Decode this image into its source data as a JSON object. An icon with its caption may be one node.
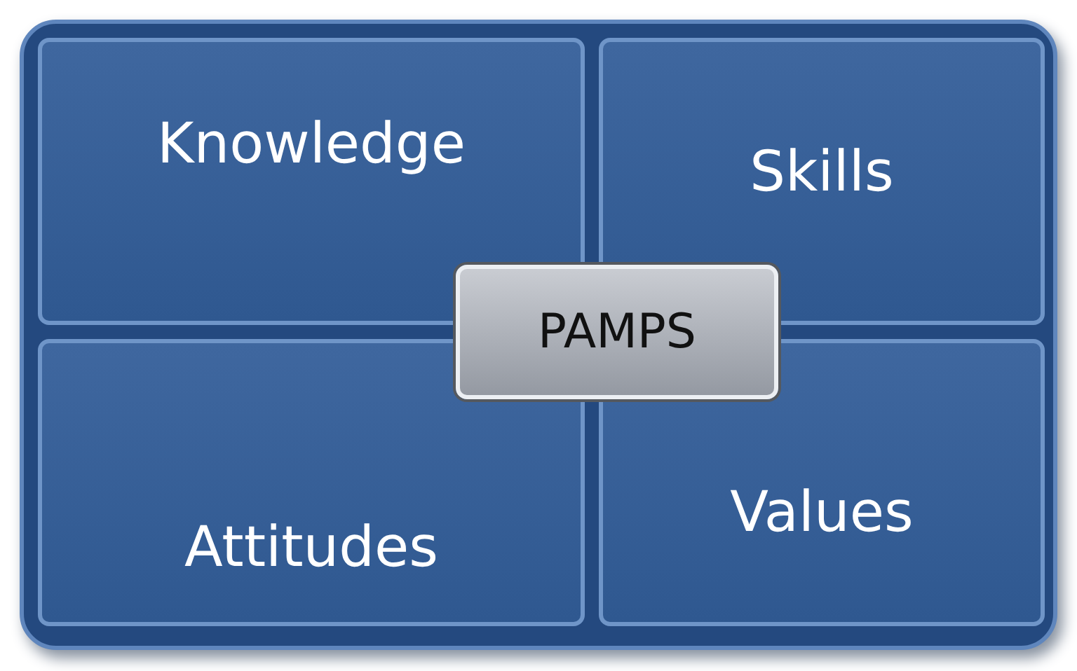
{
  "diagram": {
    "nodes": [
      {
        "text": [],
        "shape": "box"
      },
      {
        "text": [
          "Knowledge"
        ],
        "in": 0
      },
      {
        "text": [
          "Skills"
        ],
        "in": 0
      },
      {
        "text": [
          "Attitudes"
        ],
        "in": 0
      },
      {
        "text": [
          "Values"
        ],
        "in": 0
      },
      {
        "text": [
          "PAMPS"
        ],
        "in": 0
      }
    ],
    "edges": []
  }
}
